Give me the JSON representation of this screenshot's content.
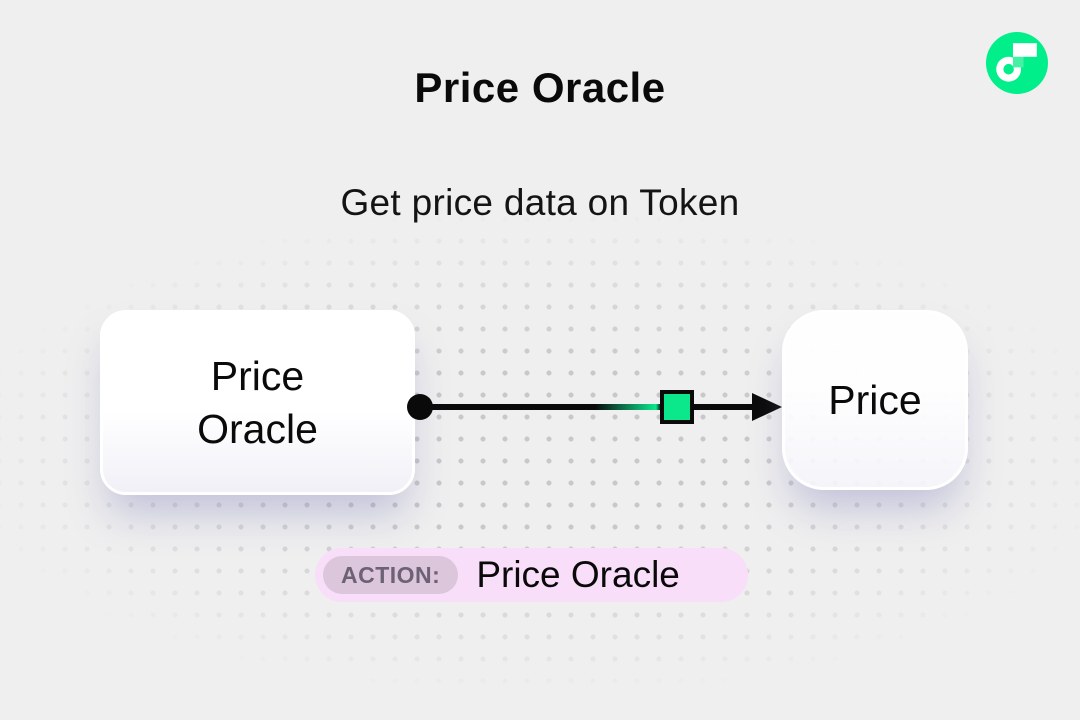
{
  "header": {
    "title": "Price Oracle",
    "subtitle": "Get price data on Token"
  },
  "brand": {
    "logo": "flow-logo",
    "circle_color": "#00EF8B",
    "crossbar_color": "#45F1A4"
  },
  "flow_diagram": {
    "source_node": {
      "label": "Price Oracle"
    },
    "target_node": {
      "label": "Price"
    },
    "connector": {
      "line_color": "#0A0A0A",
      "marker_color": "#0BE88C"
    }
  },
  "action_bar": {
    "label": "ACTION:",
    "value": "Price Oracle",
    "background": "#F8DEF8",
    "label_background": "#DBC6DC"
  }
}
